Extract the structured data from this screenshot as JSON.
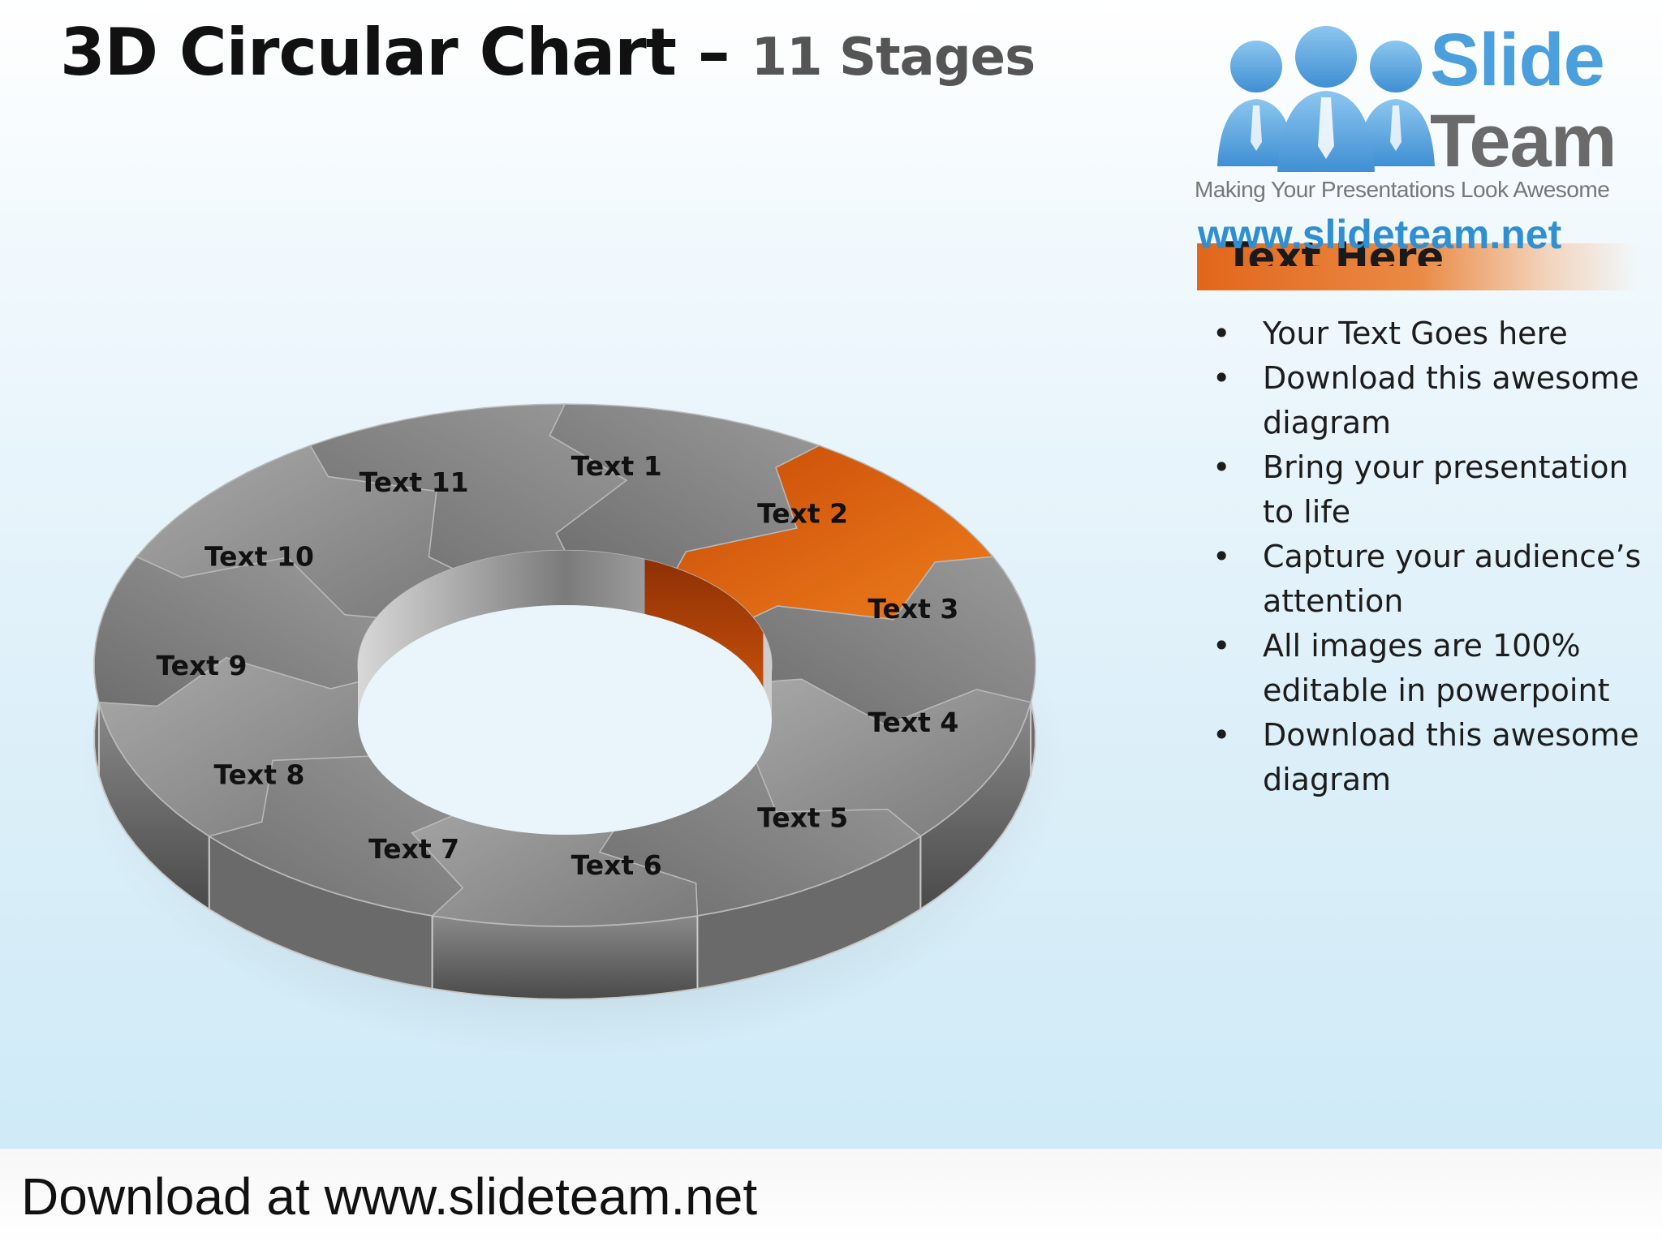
{
  "title": {
    "main": "3D Circular Chart",
    "separator": " – ",
    "sub": "11 Stages"
  },
  "logo": {
    "word1": "Slide",
    "word2": "Team",
    "tagline": "Making Your Presentations Look Awesome",
    "url": "www.slideteam.net",
    "colors": {
      "blue": "#4a9fdc",
      "gray": "#6a6a6a"
    },
    "icon": "people-group-icon"
  },
  "section": {
    "heading": "Text Here",
    "accent_color": "#e2661b"
  },
  "bullets": [
    "Your Text Goes here",
    "Download this awesome diagram",
    "Bring your presentation to life",
    "Capture your audience’s attention",
    "All images are 100% editable in powerpoint",
    "Download this awesome diagram"
  ],
  "bullet_glyph": "•",
  "diagram": {
    "type": "ring",
    "highlight_stage": 2,
    "highlight_color": "#d9560c",
    "base_color": "#8c8c8c",
    "stages": [
      {
        "label": "Text 1"
      },
      {
        "label": "Text 2"
      },
      {
        "label": "Text 3"
      },
      {
        "label": "Text 4"
      },
      {
        "label": "Text 5"
      },
      {
        "label": "Text 6"
      },
      {
        "label": "Text 7"
      },
      {
        "label": "Text 8"
      },
      {
        "label": "Text 9"
      },
      {
        "label": "Text 10"
      },
      {
        "label": "Text 11"
      }
    ]
  },
  "footer": {
    "text": "Download at www.slideteam.net"
  }
}
